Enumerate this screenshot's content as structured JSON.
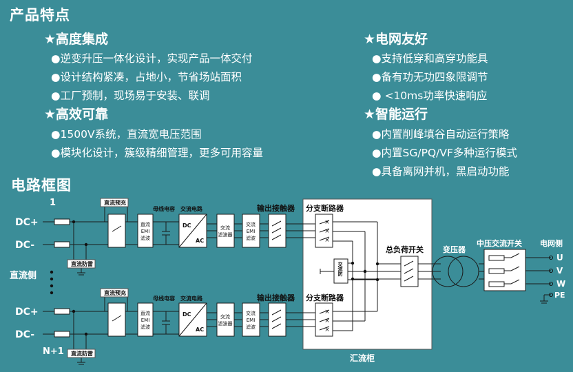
{
  "heading": "产品特点",
  "features_left": [
    {
      "title": "★高度集成",
      "items": [
        "●逆变升压一体化设计，实现产品一体交付",
        "●设计结构紧凑，占地小，节省场站面积",
        "●工厂预制，现场易于安装、联调"
      ]
    },
    {
      "title": "★高效可靠",
      "items": [
        "●1500V系统，直流宽电压范围",
        "●模块化设计，簇级精细管理，更多可用容量"
      ]
    }
  ],
  "features_right": [
    {
      "title": "★电网友好",
      "items": [
        "●支持低穿和高穿功能具",
        "●备有功无功四象限调节",
        "● <10ms功率快速响应"
      ]
    },
    {
      "title": "★智能运行",
      "items": [
        "●内置削峰填谷自动运行策略",
        "●内置SG/PQ/VF多种运行模式",
        "●具备离网并机，黑启动功能"
      ]
    }
  ],
  "circuit": {
    "title": "电路框图",
    "dc_side": "直流侧",
    "unit_first": "1",
    "unit_last": "N+1",
    "dc_plus": "DC+",
    "dc_minus": "DC-",
    "precharge": "直流预充",
    "lightning": "直流防雷",
    "dc_emi": [
      "直流",
      "EMI",
      "滤波"
    ],
    "bus_cap": "母线电容",
    "ac_circuit": "交流电路",
    "inv_dc": "DC",
    "inv_ac": "AC",
    "ac_filter": [
      "交流",
      "滤波器"
    ],
    "ac_emi": [
      "交流",
      "EMI",
      "滤波"
    ],
    "output_contactor": "输出接触器",
    "branch_breaker": "分支断路器",
    "ac_lightning": "交流防",
    "combiner_label": "汇流柜",
    "main_switch": "总负荷开关",
    "transformer": "变压器",
    "mv_switch": "中压交流开关",
    "grid_side": "电网侧",
    "phases": [
      "U",
      "V",
      "W"
    ],
    "pe": "PE"
  }
}
